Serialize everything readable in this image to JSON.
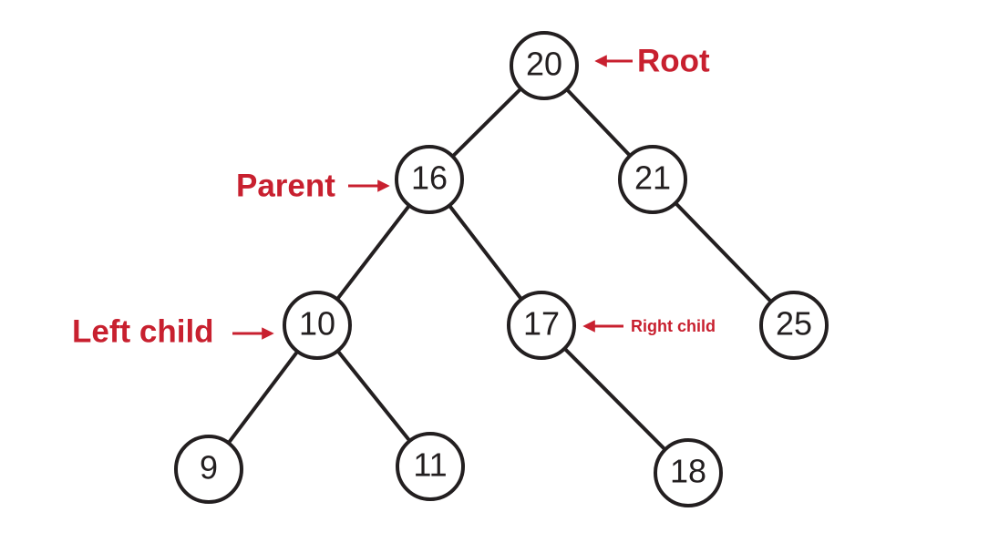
{
  "colors": {
    "node_stroke": "#231f20",
    "annotation": "#c8202f",
    "background": "#ffffff"
  },
  "tree": {
    "nodes": [
      {
        "id": "n20",
        "label": "20"
      },
      {
        "id": "n16",
        "label": "16"
      },
      {
        "id": "n21",
        "label": "21"
      },
      {
        "id": "n10",
        "label": "10"
      },
      {
        "id": "n17",
        "label": "17"
      },
      {
        "id": "n25",
        "label": "25"
      },
      {
        "id": "n9",
        "label": "9"
      },
      {
        "id": "n11",
        "label": "11"
      },
      {
        "id": "n18",
        "label": "18"
      }
    ],
    "edges": [
      {
        "from": "n20",
        "to": "n16"
      },
      {
        "from": "n20",
        "to": "n21"
      },
      {
        "from": "n16",
        "to": "n10"
      },
      {
        "from": "n16",
        "to": "n17"
      },
      {
        "from": "n21",
        "to": "n25"
      },
      {
        "from": "n10",
        "to": "n9"
      },
      {
        "from": "n10",
        "to": "n11"
      },
      {
        "from": "n17",
        "to": "n18"
      }
    ]
  },
  "annotations": {
    "root": "Root",
    "parent": "Parent",
    "left_child": "Left child",
    "right_child": "Right child"
  }
}
